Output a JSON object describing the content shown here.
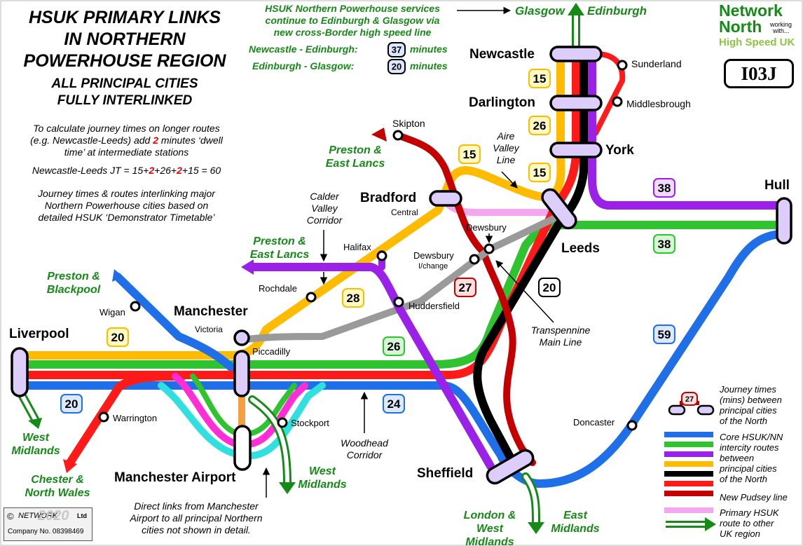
{
  "title": {
    "lines": [
      "HSUK PRIMARY LINKS",
      "IN NORTHERN",
      "POWERHOUSE REGION"
    ],
    "sub_lines": [
      "ALL PRINCIPAL CITIES",
      "FULLY INTERLINKED"
    ]
  },
  "dwell_note": {
    "line1": "To calculate journey times on longer routes",
    "line2a": "(e.g. Newcastle-Leeds) add ",
    "line2b": "2",
    "line2c": " minutes ‘dwell",
    "line3": "time’ at intermediate stations",
    "example_a": "Newcastle-Leeds JT = 15+",
    "example_b": "2",
    "example_c": "+26+",
    "example_d": "2",
    "example_e": "+15 = 60"
  },
  "interlink_note": {
    "line1": "Journey times & routes interlinking major",
    "line2": "Northern Powerhouse cities based on",
    "line3": "detailed HSUK ‘Demonstrator Timetable’"
  },
  "scotland_note": {
    "line1": "HSUK Northern Powerhouse services",
    "line2": "continue to Edinburgh & Glasgow via",
    "line3": "new cross-Border high speed line",
    "row1_label": "Newcastle - Edinburgh:",
    "row1_value": "37",
    "row2_label": "Edinburgh - Glasgow:",
    "row2_value": "20",
    "unit": "minutes",
    "glasgow": "Glasgow",
    "edinburgh": "Edinburgh"
  },
  "logo": {
    "line1": "Network",
    "line2": "North",
    "working": "working",
    "with": "with...",
    "line3": "High Speed UK"
  },
  "code": "I03J",
  "cities": {
    "newcastle": "Newcastle",
    "darlington": "Darlington",
    "york": "York",
    "hull": "Hull",
    "leeds": "Leeds",
    "bradford": "Bradford",
    "bradford_sub": "Central",
    "manchester": "Manchester",
    "victoria": "Victoria",
    "piccadilly": "Piccadilly",
    "liverpool": "Liverpool",
    "sheffield": "Sheffield",
    "manchester_airport": "Manchester Airport"
  },
  "stations": {
    "sunderland": "Sunderland",
    "middlesbrough": "Middlesbrough",
    "skipton": "Skipton",
    "dewsbury": "Dewsbury",
    "dewsbury_ic": "Dewsbury",
    "dewsbury_ic_sub": "I/change",
    "halifax": "Halifax",
    "rochdale": "Rochdale",
    "huddersfield": "Huddersfield",
    "wigan": "Wigan",
    "warrington": "Warrington",
    "stockport": "Stockport",
    "doncaster": "Doncaster"
  },
  "destinations": {
    "preston_east_lancs_1": [
      "Preston &",
      "East Lancs"
    ],
    "preston_east_lancs_2": [
      "Preston &",
      "East Lancs"
    ],
    "preston_blackpool": [
      "Preston &",
      "Blackpool"
    ],
    "west_midlands_1": [
      "West",
      "Midlands"
    ],
    "chester_north_wales": [
      "Chester &",
      "North Wales"
    ],
    "west_midlands_2": [
      "West",
      "Midlands"
    ],
    "london_west_midlands": [
      "London &",
      "West Midlands"
    ],
    "east_midlands": [
      "East",
      "Midlands"
    ]
  },
  "corridors": {
    "aire_valley": [
      "Aire",
      "Valley",
      "Line"
    ],
    "calder_valley": [
      "Calder",
      "Valley",
      "Corridor"
    ],
    "transpennine": [
      "Transpennine",
      "Main Line"
    ],
    "woodhead": [
      "Woodhead",
      "Corridor"
    ]
  },
  "airport_note": [
    "Direct links from Manchester",
    "Airport to all principal Northern",
    "cities not shown in detail."
  ],
  "journey_times": {
    "newcastle_darlington": "15",
    "darlington_york": "26",
    "york_leeds": "15",
    "skipton_bradford": "15",
    "leeds_hull_north": "38",
    "leeds_hull_south": "38",
    "manchester_leeds": "28",
    "leeds_sheffield_red": "27",
    "leeds_sheffield_black": "20",
    "liverpool_manchester": "20",
    "manchester_leeds_green": "26",
    "hull_sheffield": "59",
    "liverpool_west": "20",
    "manchester_sheffield": "24"
  },
  "legend": {
    "jt_line1": "Journey times",
    "jt_line2": "(mins) between",
    "jt_line3": "principal cities",
    "jt_line4": "of the North",
    "jt_sample": "27",
    "core_lines": [
      "Core HSUK/NN",
      "intercity routes",
      "between",
      "principal cities",
      "of the North"
    ],
    "pudsey": "New Pudsey line",
    "primary": [
      "Primary HSUK",
      "route to other",
      "UK region"
    ]
  },
  "copyright": {
    "symbol": "©",
    "org": "NETWORK",
    "ltd": "Ltd",
    "year": "2020",
    "company": "Company No. 08398469"
  },
  "colors": {
    "blue": "#1f6fe8",
    "green": "#2fc42f",
    "red": "#ff1a1a",
    "darkred": "#c40000",
    "orange": "#ffbb00",
    "purple": "#9b20e8",
    "black": "#000000",
    "grey": "#9a9a9a",
    "pink": "#f5a6f0",
    "cyan": "#30e0e0",
    "magenta": "#ff2dd6",
    "darkgreen": "#168a16",
    "lilac": "#dccdfa"
  }
}
